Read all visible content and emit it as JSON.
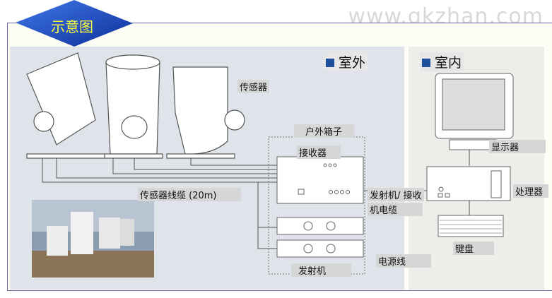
{
  "watermark": "www.gkzhan.com",
  "title": "示意图",
  "sections": {
    "outdoor": "室外",
    "indoor": "室内"
  },
  "labels": {
    "sensor": "传感器",
    "outdoor_box": "户外箱子",
    "receiver": "接收器",
    "sensor_cable": "传感器线缆 (20m)",
    "tx_rx_cable_1": "发射机/ 接收",
    "tx_rx_cable_2": "机电缆",
    "power_cable": "电源线",
    "transmitter": "发射机",
    "display": "显示器",
    "processor": "处理器",
    "keyboard": "键盘"
  },
  "colors": {
    "accent": "#1e4f9a",
    "title_text": "#ffff3a",
    "outdoor_bg": "#dfe3ea",
    "indoor_bg": "#efedea"
  }
}
